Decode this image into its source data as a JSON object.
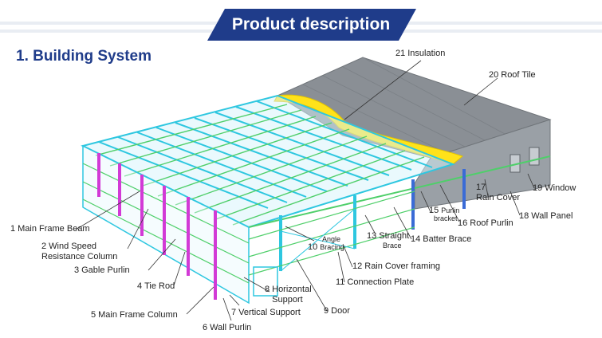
{
  "header": {
    "title": "Product description"
  },
  "section": {
    "title": "1. Building System"
  },
  "labels": {
    "l1": {
      "num": "1",
      "text": "Main Frame Beam"
    },
    "l2": {
      "num": "2",
      "line1": "Wind Speed",
      "line2": "Resistance Column"
    },
    "l3": {
      "num": "3",
      "text": "Gable Purlin"
    },
    "l4": {
      "num": "4",
      "text": "Tie Rod"
    },
    "l5": {
      "num": "5",
      "text": "Main Frame Column"
    },
    "l6": {
      "num": "6",
      "text": "Wall Purlin"
    },
    "l7": {
      "num": "7",
      "text": "Vertical Support"
    },
    "l8": {
      "num": "8",
      "line1": "Horizontal",
      "line2": "Support"
    },
    "l9": {
      "num": "9",
      "text": "Door"
    },
    "l10": {
      "num": "10",
      "line1": "Angle",
      "line2": "Bracing"
    },
    "l11": {
      "num": "11",
      "text": "Connection Plate"
    },
    "l12": {
      "num": "12",
      "text": "Rain Cover framing"
    },
    "l13": {
      "num": "13",
      "line1": "Straight",
      "line2": "Brace"
    },
    "l14": {
      "num": "14",
      "text": "Batter Brace"
    },
    "l15": {
      "num": "15",
      "line1": "Purlin",
      "line2": "bracket"
    },
    "l16": {
      "num": "16",
      "text": "Roof Purlin"
    },
    "l17": {
      "num": "17",
      "text": "Rain Cover"
    },
    "l18": {
      "num": "18",
      "text": "Wall Panel"
    },
    "l19": {
      "num": "19",
      "text": "Window"
    },
    "l20": {
      "num": "20",
      "text": "Roof Tile"
    },
    "l21": {
      "num": "21",
      "text": "Insulation"
    }
  },
  "colors": {
    "banner": "#1f3c8a",
    "banner_stripe": "#e9edf3",
    "frame_beam": "#2ec7e0",
    "purlin": "#4fcf6a",
    "column": "#d23ad6",
    "roof_tile": "#8a8f95",
    "insulation": "#ffe21a",
    "leader": "#333333"
  }
}
